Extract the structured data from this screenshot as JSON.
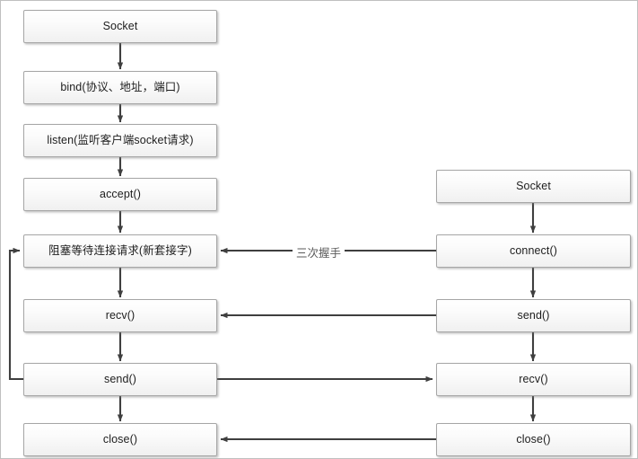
{
  "diagram": {
    "title": "Socket communication flow (server and client)",
    "background_color": "#ffffff",
    "node_border_color": "#a6a6a6",
    "line_color": "#3f3f3f",
    "text_color": "#1d1d1d",
    "label_color": "#5a5a5a"
  },
  "server_column": {
    "name": "server-flow",
    "nodes": [
      {
        "id": "srv-socket",
        "label": "Socket"
      },
      {
        "id": "srv-bind",
        "label": "bind(协议、地址，端口)"
      },
      {
        "id": "srv-listen",
        "label": "listen(监听客户端socket请求)"
      },
      {
        "id": "srv-accept",
        "label": "accept()"
      },
      {
        "id": "srv-block",
        "label": "阻塞等待连接请求(新套接字)"
      },
      {
        "id": "srv-recv",
        "label": "recv()"
      },
      {
        "id": "srv-send",
        "label": "send()"
      },
      {
        "id": "srv-close",
        "label": "close()"
      }
    ]
  },
  "client_column": {
    "name": "client-flow",
    "nodes": [
      {
        "id": "cli-socket",
        "label": "Socket"
      },
      {
        "id": "cli-connect",
        "label": "connect()"
      },
      {
        "id": "cli-send",
        "label": "send()"
      },
      {
        "id": "cli-recv",
        "label": "recv()"
      },
      {
        "id": "cli-close",
        "label": "close()"
      }
    ]
  },
  "edge_labels": {
    "handshake": "三次握手"
  }
}
